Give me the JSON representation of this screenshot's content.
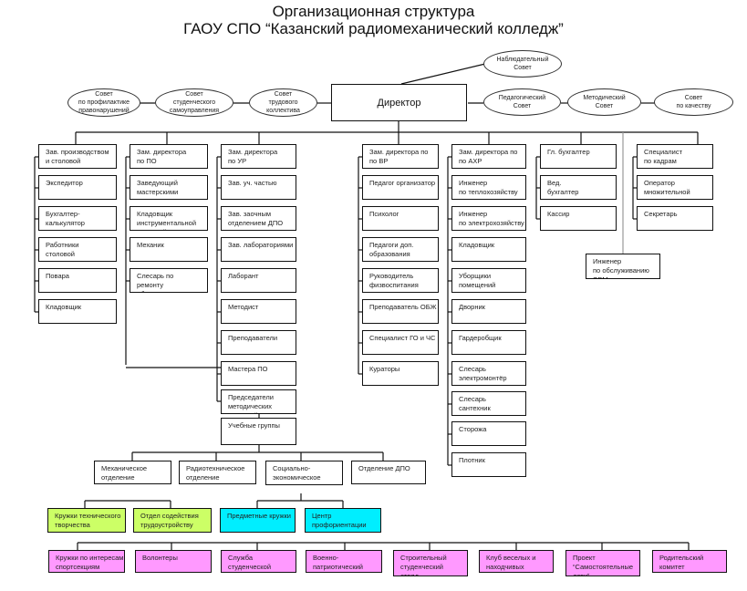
{
  "title": {
    "line1": "Организационная структура",
    "line2": "ГАОУ СПО “Казанский радиомеханический колледж”"
  },
  "director": "Директор",
  "councils_left": [
    "Совет\nпо профилактике\nправонарушений",
    "Совет\nстуденческого\nсамоуправления",
    "Совет\nтрудового\nколлектива"
  ],
  "council_supervisory": "Наблюдательный\nСовет",
  "councils_right": [
    "Педагогический\nСовет",
    "Методический\nСовет",
    "Совет\nпо качеству"
  ],
  "columns": {
    "production": [
      "Зав. производством\nи столовой",
      "Экспедитор",
      "Бухгалтер-\nкалькулятор",
      "Работники\nстоловой",
      "Повара",
      "Кладовщик"
    ],
    "po": [
      "Зам. директора\nпо ПО",
      "Заведующий\nмастерскими",
      "Кладовщик\nинструментальной\nкладовой",
      "Механик",
      "Слесарь по\nремонту\nоборудования"
    ],
    "ur": [
      "Зам. директора\nпо УР",
      "Зав. уч. частью",
      "Зав. заочным\nотделением ДПО",
      "Зав. лабораториями",
      "Лаборант",
      "Методист",
      "Преподаватели",
      "Мастера ПО",
      "Председатели\nметодических\nкомиссий",
      "Учебные группы"
    ],
    "vr": [
      "Зам. директора по\nпо ВР",
      "Педагог организатор",
      "Психолог",
      "Педагоги доп.\nобразования",
      "Руководитель\nфизвоспитания",
      "Преподаватель ОБЖ",
      "Специалист ГО и ЧС",
      "Кураторы"
    ],
    "ahr": [
      "Зам. директора по\nпо  АХР",
      "Инженер\nпо теплохозяйству",
      "Инженер\nпо электрохозяйству",
      "Кладовщик",
      "Уборщики\nпомещений",
      "Дворник",
      "Гардеробщик",
      "Слесарь\nэлектромонтёр",
      "Слесарь\nсантехник",
      "Сторожа",
      "Плотник"
    ],
    "accounting": [
      "Гл. бухгалтер",
      "Вед.\nбухгалтер",
      "Кассир"
    ],
    "hr": [
      "Специалист\nпо кадрам",
      "Оператор\nмножительной\nтехники",
      "Секретарь"
    ]
  },
  "engineer_evm": "Инженер\nпо обслуживанию\nЭВМ",
  "departments": [
    "Механическое\nотделение",
    "Радиотехническое\nотделение",
    "Социально-\nэкономическое\nотделение",
    "Отделение ДПО"
  ],
  "green_units": [
    "Кружки технического\nтворчества",
    "Отдел содействия\nтрудоустройству"
  ],
  "cyan_units": [
    "Предметные кружки",
    "Центр\nпрофориентации"
  ],
  "pink_units": [
    "Кружки по интересам\nспортсекциям",
    "Волонтеры",
    "Служба студенческой\nбезопасности",
    "Военно-патриотический\nклуб",
    "Строительный\nстуденческий\nотряд",
    "Клуб веселых и\nнаходчивых",
    "Проект\n“Самостоятельные\nдети”",
    "Родительский\nкомитет"
  ],
  "colors": {
    "green": "#ccff66",
    "cyan": "#00eeff",
    "pink": "#ff99ff"
  }
}
